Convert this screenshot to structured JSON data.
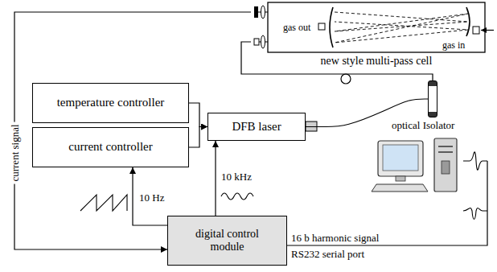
{
  "diagram": {
    "nodes": [
      {
        "text": [
          "new style multi-pass cell"
        ]
      },
      {
        "text": [
          "temperature controller"
        ]
      },
      {
        "text": [
          "current controller"
        ]
      },
      {
        "text": [
          "DFB laser"
        ]
      },
      {
        "text": [
          "optical Isolator"
        ]
      },
      {
        "text": [
          "digital control module"
        ]
      }
    ],
    "edges": [
      {
        "from": 1,
        "to": 3,
        "arrow": "to"
      },
      {
        "from": 2,
        "to": 3,
        "arrow": "to"
      },
      {
        "from": 5,
        "to": 2,
        "label": "10 Hz",
        "arrow": "to"
      },
      {
        "from": 5,
        "to": 3,
        "label": "10 kHz",
        "arrow": "to"
      },
      {
        "from": 3,
        "to": 4,
        "arrow": "none"
      },
      {
        "from": 4,
        "to": 0,
        "arrow": "none"
      },
      {
        "from": 0,
        "to": 5,
        "label": "current signal",
        "arrow": "to"
      }
    ],
    "labels": [
      "gas out",
      "gas in",
      "16 b harmonic signal",
      "RS232 serial port"
    ]
  }
}
